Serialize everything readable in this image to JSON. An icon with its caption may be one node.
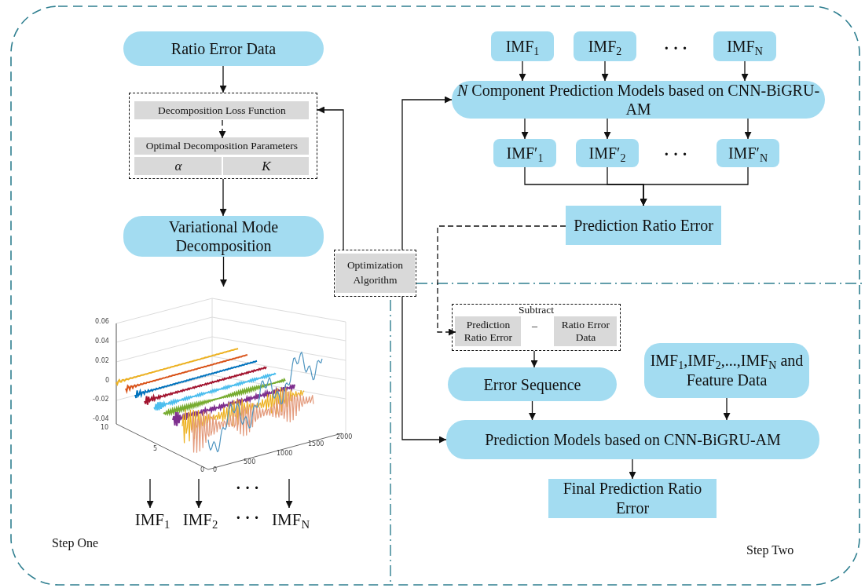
{
  "diagram": {
    "nodes": [
      {
        "text": [
          "Ratio Error Data"
        ]
      },
      {
        "text": [],
        "shape": "box"
      },
      {
        "text": [
          "Decomposition Loss Function"
        ],
        "in": 1
      },
      {
        "text": [
          "Optimal Decomposition Parameters"
        ],
        "in": 1
      },
      {
        "text": [
          "α"
        ],
        "in": 1
      },
      {
        "text": [
          "K"
        ],
        "in": 1
      },
      {
        "text": [
          "Variational Mode Decomposition"
        ]
      },
      {
        "text": [],
        "shape": "picture"
      },
      {
        "text": [
          "IMF$_{1}$"
        ]
      },
      {
        "text": [
          "IMF$_{2}$"
        ]
      },
      {
        "text": [
          "IMF$_{N}$"
        ]
      },
      {
        "text": [
          "Optimization Algorithm"
        ]
      },
      {
        "text": [
          "IMF$_{1}$"
        ]
      },
      {
        "text": [
          "IMF$_{2}$"
        ]
      },
      {
        "text": [
          "IMF$_{N}$"
        ]
      },
      {
        "text": [
          "*N* Component Prediction Models based on CNN-BiGRU-AM"
        ]
      },
      {
        "text": [
          "IMF′$_{1}$"
        ]
      },
      {
        "text": [
          "IMF′$_{2}$"
        ]
      },
      {
        "text": [
          "IMF′$_{N}$"
        ]
      },
      {
        "text": [
          "Prediction Ratio Error"
        ]
      },
      {
        "text": [
          "Subtract"
        ]
      },
      {
        "text": [
          "Prediction Ratio Error"
        ],
        "in": 20
      },
      {
        "text": [
          "Ratio Error Data"
        ],
        "in": 20
      },
      {
        "text": [
          "Error Sequence"
        ]
      },
      {
        "text": [
          "IMF$_{1}$,IMF$_{2}$,...,IMF$_{N}$ and Feature Data"
        ]
      },
      {
        "text": [
          "Prediction Models based on CNN-BiGRU-AM"
        ]
      },
      {
        "text": [
          "Final Prediction Ratio Error"
        ]
      }
    ],
    "edges": [
      {
        "from": 0,
        "to": 1,
        "arrow": "to"
      },
      {
        "from": 2,
        "to": 3,
        "arrow": "to",
        "style": "dashed"
      },
      {
        "from": 1,
        "to": 6,
        "arrow": "to"
      },
      {
        "from": 6,
        "to": 7,
        "arrow": "to"
      },
      {
        "from": 7,
        "to": 8,
        "arrow": "to"
      },
      {
        "from": 7,
        "to": 9,
        "arrow": "to"
      },
      {
        "from": 7,
        "to": 10,
        "arrow": "to"
      },
      {
        "from": 11,
        "to": 1,
        "arrow": "to"
      },
      {
        "from": 11,
        "to": 15,
        "arrow": "to"
      },
      {
        "from": 11,
        "to": 25,
        "arrow": "to"
      },
      {
        "from": 12,
        "to": 15,
        "arrow": "to"
      },
      {
        "from": 13,
        "to": 15,
        "arrow": "to"
      },
      {
        "from": 14,
        "to": 15,
        "arrow": "to"
      },
      {
        "from": 15,
        "to": 16,
        "arrow": "to"
      },
      {
        "from": 15,
        "to": 17,
        "arrow": "to"
      },
      {
        "from": 15,
        "to": 18,
        "arrow": "to"
      },
      {
        "from": 16,
        "to": 19,
        "arrow": "to"
      },
      {
        "from": 17,
        "to": 19,
        "arrow": "to"
      },
      {
        "from": 18,
        "to": 19,
        "arrow": "to"
      },
      {
        "from": 19,
        "to": 21,
        "arrow": "to",
        "style": "dashed"
      },
      {
        "from": 20,
        "to": 23,
        "arrow": "to"
      },
      {
        "from": 23,
        "to": 25,
        "arrow": "to"
      },
      {
        "from": 24,
        "to": 25,
        "arrow": "to"
      },
      {
        "from": 25,
        "to": 26,
        "arrow": "to"
      }
    ],
    "labels": [
      "· · ·",
      "· · ·",
      "–",
      "0.06",
      "0.04",
      "0.02",
      "0",
      "-0.02",
      "-0.04",
      "10",
      "5",
      "2000",
      "1500",
      "1000",
      "500",
      "0",
      "0",
      "· · ·",
      "· · ·",
      "Step One",
      "Step Two"
    ]
  }
}
